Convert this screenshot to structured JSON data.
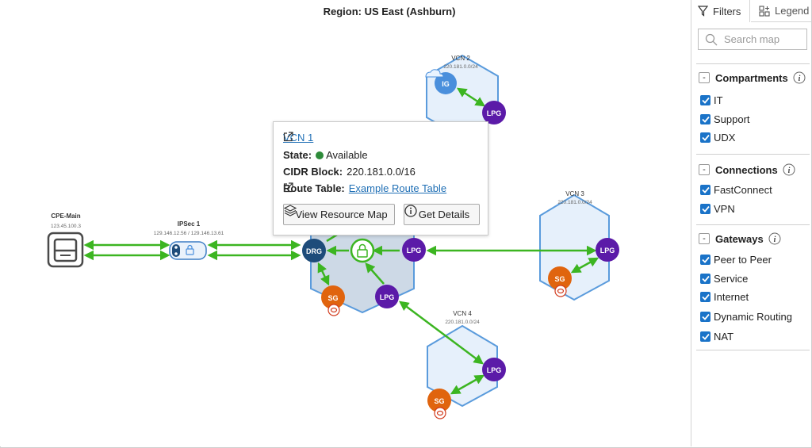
{
  "map": {
    "region_title": "Region: US East (Ashburn)",
    "cpe": {
      "name": "CPE-Main",
      "ip": "123.45.100.3"
    },
    "ipsec": {
      "name": "IPSec 1",
      "ips": "129.146.12.56 / 129.146.13.61"
    },
    "vcn2": {
      "name": "VCN 2",
      "cidr": "220.181.0.0/24"
    },
    "vcn3": {
      "name": "VCN 3",
      "cidr": "220.181.0.0/24"
    },
    "vcn4": {
      "name": "VCN 4",
      "cidr": "220.181.0.0/24"
    },
    "node_labels": {
      "drg": "DRG",
      "lpg": "LPG",
      "sg": "SG",
      "ig": "IG"
    },
    "colors": {
      "link": "#3cb521",
      "hex_fill": "#e6f0fb",
      "hex_stroke": "#5a9bdc",
      "hex_selected_fill": "#cdd9e6",
      "drg": "#1e4c7a",
      "lpg": "#5b1aa8",
      "sg": "#e0640e",
      "ig": "#4a8fdc",
      "cpe": "#444444"
    }
  },
  "popup": {
    "vcn_link": "VCN 1",
    "state_label": "State:",
    "state_value": "Available",
    "cidr_label": "CIDR Block:",
    "cidr_value": "220.181.0.0/16",
    "route_label": "Route Table:",
    "route_value": "Example Route Table",
    "view_button": "View Resource Map",
    "details_button": "Get Details"
  },
  "panel": {
    "tabs": {
      "filters": "Filters",
      "legend": "Legend"
    },
    "search_placeholder": "Search map",
    "groups": [
      {
        "title": "Compartments",
        "items": [
          "IT",
          "Support",
          "UDX"
        ]
      },
      {
        "title": "Connections",
        "items": [
          "FastConnect",
          "VPN"
        ]
      },
      {
        "title": "Gateways",
        "items": [
          "Peer to Peer",
          "Service",
          "Internet",
          "Dynamic Routing",
          "NAT"
        ]
      }
    ]
  }
}
